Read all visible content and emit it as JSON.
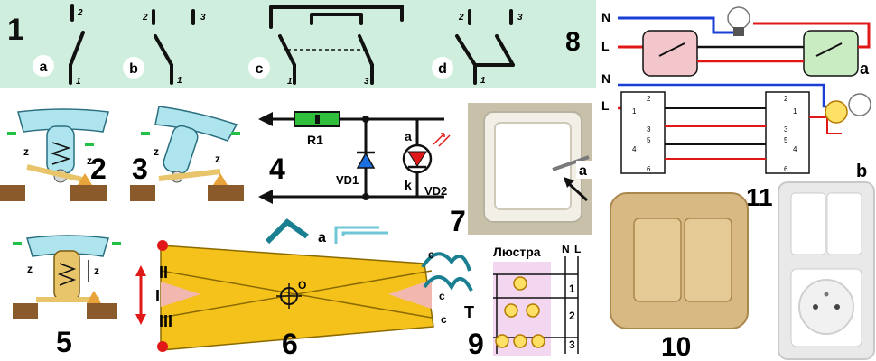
{
  "colors": {
    "top_band": "#cfeedd",
    "wire_black": "#111111",
    "wire_red": "#e01818",
    "wire_blue": "#1a3fd6",
    "ribbon": "#f4c21a",
    "ribbon_core": "#f2b8b0",
    "cap_blue": "#aee4ee",
    "base_brown": "#8a5a2a",
    "diode_blue": "#1c6fe0",
    "resistor_green": "#2fbf3a",
    "pink_box": "#f3c6cc",
    "green_box": "#c9ecc3",
    "lamp_yellow": "#ffe066",
    "lustra_bg": "#f3d7f0"
  },
  "panel1": {
    "number": "1",
    "labels": {
      "a": "a",
      "b": "b",
      "c": "c",
      "d": "d"
    },
    "contacts": {
      "c1": "1",
      "c2": "2",
      "c3": "3"
    }
  },
  "panel2": {
    "number": "2",
    "label_z": "z"
  },
  "panel3": {
    "number": "3",
    "label_z": "z"
  },
  "panel4": {
    "number": "4",
    "r1": "R1",
    "vd1": "VD1",
    "vd2": "VD2",
    "a": "a",
    "k": "k"
  },
  "panel5": {
    "number": "5",
    "label_z": "z"
  },
  "panel6": {
    "number": "6",
    "layer_ii": "II",
    "layer_i": "I",
    "layer_iii": "III",
    "label_o": "O",
    "label_a": "a",
    "label_c": "c",
    "label_t": "T"
  },
  "panel7": {
    "number": "7",
    "label_a": "a"
  },
  "panel8": {
    "number": "8",
    "n": "N",
    "l": "L",
    "a": "a"
  },
  "panel9": {
    "number": "9",
    "title": "Люстра",
    "n": "N",
    "l": "L",
    "s1": "1",
    "s2": "2",
    "s3": "3"
  },
  "panel10": {
    "number": "10"
  },
  "panel11": {
    "number": "11",
    "n": "N",
    "l": "L",
    "b": "b",
    "contacts": [
      "1",
      "2",
      "3",
      "4",
      "5",
      "6"
    ]
  }
}
